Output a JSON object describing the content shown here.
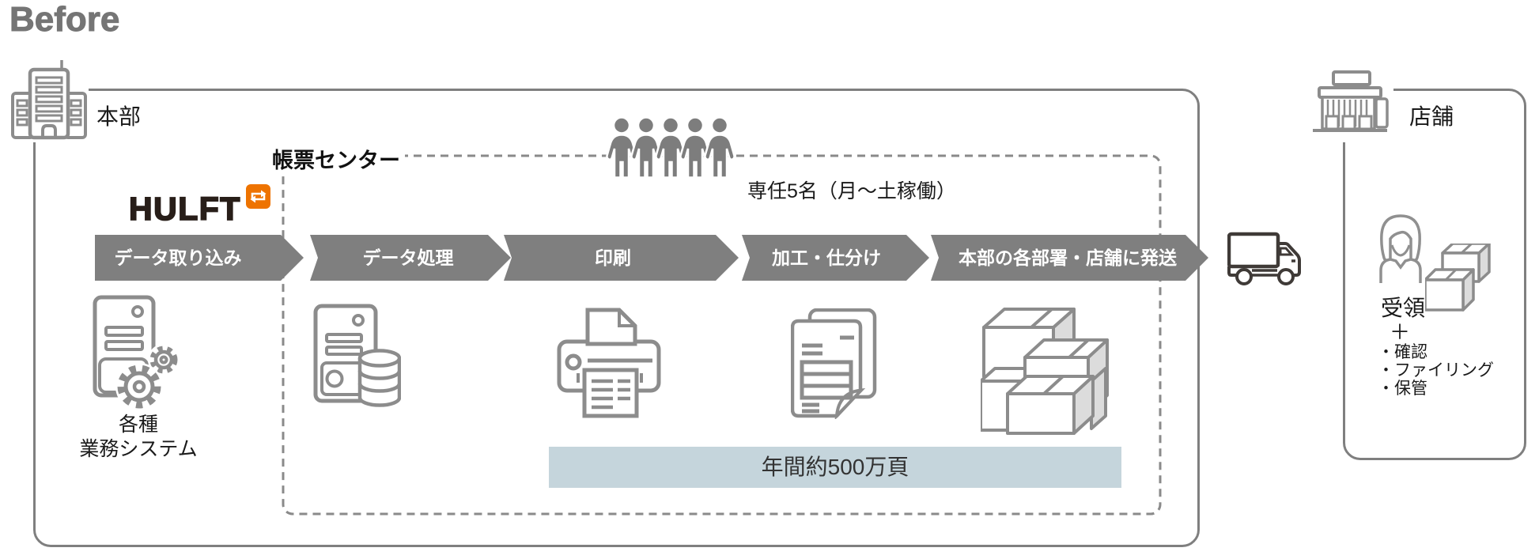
{
  "title": "Before",
  "hq": {
    "label": "本部"
  },
  "store": {
    "label": "店舗",
    "receive": "受領",
    "plus": "＋",
    "tasks": [
      "・確認",
      "・ファイリング",
      "・保管"
    ]
  },
  "form_center": {
    "label": "帳票センター",
    "staff": "専任5名（月〜土稼働）"
  },
  "hulft": {
    "brand": "HULFT"
  },
  "flow": {
    "steps": [
      "データ取り込み",
      "データ処理",
      "印刷",
      "加工・仕分け",
      "本部の各部署・店舗に発送"
    ]
  },
  "source_system": {
    "line1": "各種",
    "line2": "業務システム"
  },
  "volume": {
    "note": "年間約500万頁"
  },
  "colors": {
    "arrow": "#7f7f7f",
    "icon_gray": "#8c8c8c",
    "accent_orange": "#ee7300",
    "blue_bar": "#c5d5dc",
    "truck": "#3f3a37",
    "hulft_text": "#281e19"
  }
}
